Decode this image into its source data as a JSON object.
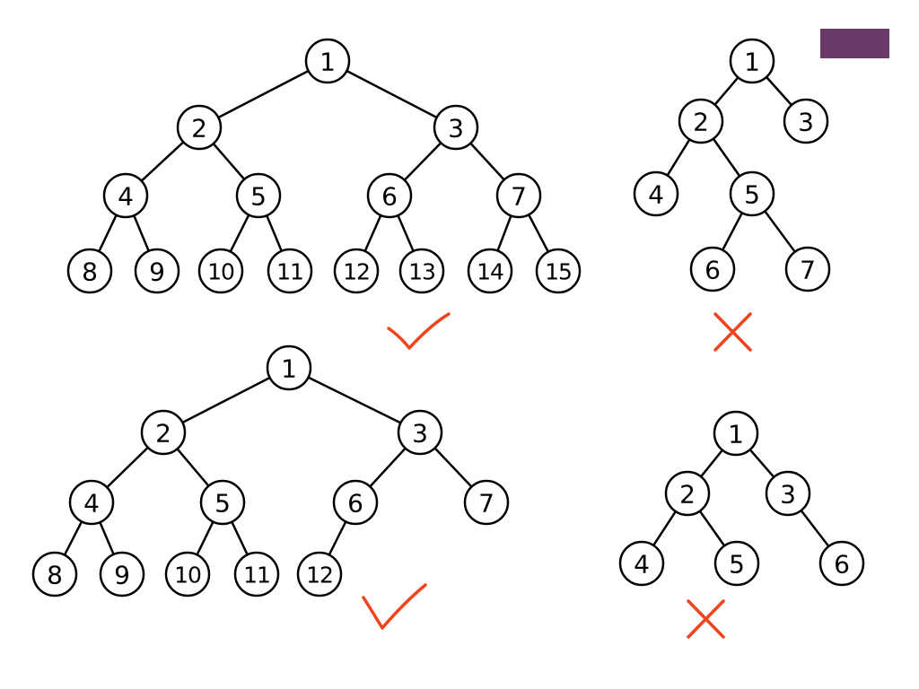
{
  "colors": {
    "accent": "#6b3a6b",
    "mark": "#f0441e",
    "ink": "#000000"
  },
  "trees": [
    {
      "id": "full-binary-tree",
      "verdict": "valid",
      "nodes": [
        "1",
        "2",
        "3",
        "4",
        "5",
        "6",
        "7",
        "8",
        "9",
        "10",
        "11",
        "12",
        "13",
        "14",
        "15"
      ],
      "edges": [
        [
          "1",
          "2"
        ],
        [
          "1",
          "3"
        ],
        [
          "2",
          "4"
        ],
        [
          "2",
          "5"
        ],
        [
          "3",
          "6"
        ],
        [
          "3",
          "7"
        ],
        [
          "4",
          "8"
        ],
        [
          "4",
          "9"
        ],
        [
          "5",
          "10"
        ],
        [
          "5",
          "11"
        ],
        [
          "6",
          "12"
        ],
        [
          "6",
          "13"
        ],
        [
          "7",
          "14"
        ],
        [
          "7",
          "15"
        ]
      ]
    },
    {
      "id": "non-complete-tree-deep-right",
      "verdict": "invalid",
      "nodes": [
        "1",
        "2",
        "3",
        "4",
        "5",
        "6",
        "7"
      ],
      "edges": [
        [
          "1",
          "2"
        ],
        [
          "1",
          "3"
        ],
        [
          "2",
          "4"
        ],
        [
          "2",
          "5"
        ],
        [
          "5",
          "6"
        ],
        [
          "5",
          "7"
        ]
      ]
    },
    {
      "id": "complete-binary-tree",
      "verdict": "valid",
      "nodes": [
        "1",
        "2",
        "3",
        "4",
        "5",
        "6",
        "7",
        "8",
        "9",
        "10",
        "11",
        "12"
      ],
      "edges": [
        [
          "1",
          "2"
        ],
        [
          "1",
          "3"
        ],
        [
          "2",
          "4"
        ],
        [
          "2",
          "5"
        ],
        [
          "3",
          "6"
        ],
        [
          "3",
          "7"
        ],
        [
          "4",
          "8"
        ],
        [
          "4",
          "9"
        ],
        [
          "5",
          "10"
        ],
        [
          "5",
          "11"
        ],
        [
          "6",
          "12"
        ]
      ]
    },
    {
      "id": "non-complete-tree-gap",
      "verdict": "invalid",
      "nodes": [
        "1",
        "2",
        "3",
        "4",
        "5",
        "6"
      ],
      "edges": [
        [
          "1",
          "2"
        ],
        [
          "1",
          "3"
        ],
        [
          "2",
          "4"
        ],
        [
          "2",
          "5"
        ],
        [
          "3",
          "6"
        ]
      ]
    }
  ]
}
